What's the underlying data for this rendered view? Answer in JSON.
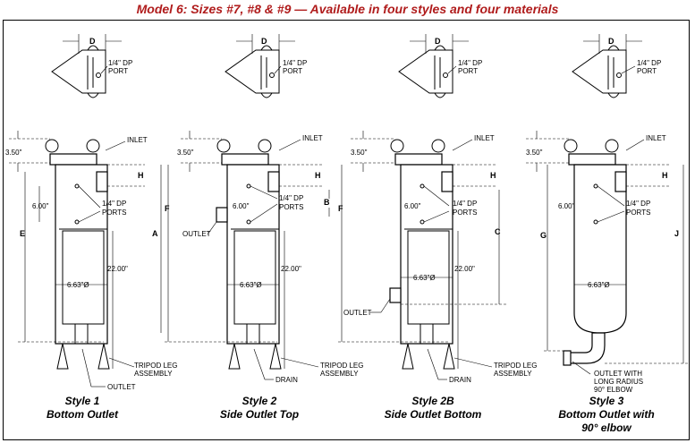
{
  "title": "Model 6: Sizes #7, #8 & #9 — Available in four styles and four materials",
  "colors": {
    "title": "#b01c1c",
    "lines": "#000000"
  },
  "common": {
    "dim_d": "D",
    "dp_port_top": "1/4\" DP",
    "dp_port_bottom": "PORT",
    "dim_3_50": "3.50\"",
    "inlet": "INLET",
    "dim_h": "H",
    "dim_6_00": "6.00\"",
    "dp_ports_top": "1/4\" DP",
    "dp_ports_bottom": "PORTS",
    "dim_22_00": "22.00\"",
    "dim_6_63": "6.63\"Ø"
  },
  "styles": [
    {
      "caption_1": "Style 1",
      "caption_2": "Bottom Outlet",
      "caption_3": "",
      "dim_left": "E",
      "dim_right": "A",
      "dim_mid": "",
      "outlet": "OUTLET",
      "tripod_1": "TRIPOD LEG",
      "tripod_2": "ASSEMBLY",
      "drain": ""
    },
    {
      "caption_1": "Style 2",
      "caption_2": "Side Outlet Top",
      "caption_3": "",
      "dim_left": "F",
      "dim_right": "",
      "dim_mid": "B",
      "outlet": "OUTLET",
      "tripod_1": "TRIPOD LEG",
      "tripod_2": "ASSEMBLY",
      "drain": "DRAIN"
    },
    {
      "caption_1": "Style 2B",
      "caption_2": "Side Outlet Bottom",
      "caption_3": "",
      "dim_left": "F",
      "dim_right": "C",
      "dim_mid": "",
      "outlet": "OUTLET",
      "tripod_1": "TRIPOD LEG",
      "tripod_2": "ASSEMBLY",
      "drain": "DRAIN"
    },
    {
      "caption_1": "Style 3",
      "caption_2": "Bottom Outlet with",
      "caption_3": "90° elbow",
      "dim_left": "G",
      "dim_right": "J",
      "dim_mid": "",
      "outlet_1": "OUTLET WITH",
      "outlet_2": "LONG RADIUS",
      "outlet_3": "90° ELBOW"
    }
  ]
}
